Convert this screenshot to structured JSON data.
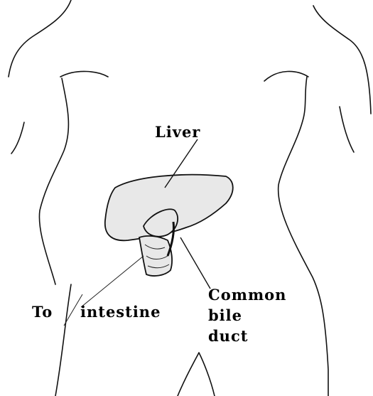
{
  "labels": {
    "liver": "Liver",
    "to": "To",
    "intestine": "intestine",
    "common": "Common",
    "bile": "bile",
    "duct": "duct"
  },
  "colors": {
    "ink": "#111111",
    "organ_fill": "#e8e8e8",
    "background": "#ffffff"
  }
}
